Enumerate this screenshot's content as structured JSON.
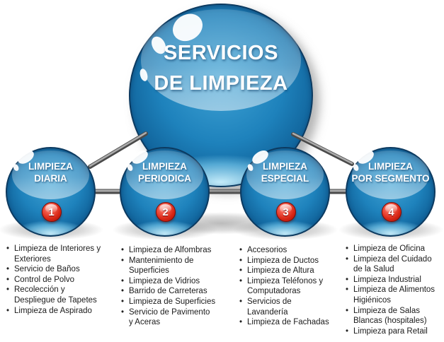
{
  "title": "SERVICIOS\nDE LIMPIEZA",
  "categories": [
    {
      "number": "1",
      "label": "LIMPIEZA\nDIARIA",
      "items": [
        "Limpieza de Interiores y\nExteriores",
        "Servicio de Baños",
        "Control de Polvo",
        "Recolección y\nDespliegue de Tapetes",
        "Limpieza de Aspirado"
      ]
    },
    {
      "number": "2",
      "label": "LIMPIEZA\nPERIODICA",
      "items": [
        "Limpieza de Alfombras",
        "Mantenimiento de\nSuperficies",
        "Limpieza de Vidrios",
        "Barrido de Carreteras",
        "Limpieza de Superficies",
        "Servicio de Pavimento\ny Aceras"
      ]
    },
    {
      "number": "3",
      "label": "LIMPIEZA\nESPECIAL",
      "items": [
        "Accesorios",
        "Limpieza de Ductos",
        "Limpieza de Altura",
        "Limpieza Teléfonos y\nComputadoras",
        "Servicios de\nLavandería",
        "Limpieza de Fachadas"
      ]
    },
    {
      "number": "4",
      "label": "LIMPIEZA\nPOR SEGMENTO",
      "items": [
        "Limpieza de Oficina",
        "Limpieza del Cuidado\nde la Salud",
        "Limpieza Industrial",
        "Limpieza de Alimentos\nHigiénicos",
        "Limpieza de Salas\nBlancas (hospitales)",
        "Limpieza para Retail"
      ]
    }
  ],
  "colors": {
    "sphere_blue": "#1e82bc",
    "sphere_rim": "#0c3a60",
    "badge_red": "#d82615",
    "connector_dark": "#4a4a4a",
    "connector_light": "#ababab",
    "text_dark": "#1b1b1b",
    "background": "#ffffff"
  }
}
